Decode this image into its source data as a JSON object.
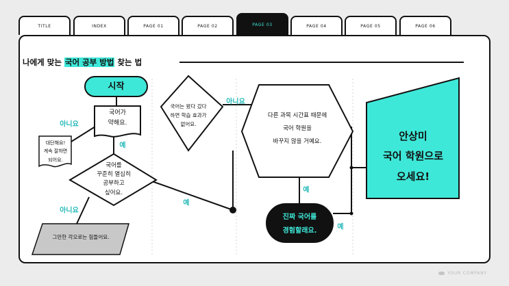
{
  "tabs": [
    {
      "label": "TITLE",
      "active": false
    },
    {
      "label": "INDEX",
      "active": false
    },
    {
      "label": "PAGE 01",
      "active": false
    },
    {
      "label": "PAGE 02",
      "active": false
    },
    {
      "label": "PAGE 03",
      "active": true
    },
    {
      "label": "PAGE 04",
      "active": false
    },
    {
      "label": "PAGE 05",
      "active": false
    },
    {
      "label": "PAGE 06",
      "active": false
    }
  ],
  "heading": {
    "prefix": "나에게 맞는 ",
    "highlight": "국어 공부 방법",
    "suffix": " 찾는 법"
  },
  "nodes": {
    "start": "시작",
    "q_weak_1": "국어가",
    "q_weak_2": "약해요.",
    "good_1": "대단해요!",
    "good_2": "계속 잘하면",
    "good_3": "되어요.",
    "q_study_1": "국어를",
    "q_study_2": "꾸준히 열심히",
    "q_study_3": "공부하고",
    "q_study_4": "싶어요.",
    "hard": "그만한 각오로는 힘들어요.",
    "q_effect_1": "국어는 왔다 갔다",
    "q_effect_2": "하면 학습 효과가",
    "q_effect_3": "없어요.",
    "q_schedule_1": "다른 과목 시간표 때문에",
    "q_schedule_2": "국어 학원을",
    "q_schedule_3": "바꾸지 않을 거예요.",
    "real_1": "진짜 국어를",
    "real_2": "경험할래요.",
    "result_1": "안상미",
    "result_2": "국어 학원으로",
    "result_3": "오세요!"
  },
  "edge_labels": {
    "yes": "예",
    "no": "아니요"
  },
  "colors": {
    "accent": "#3ee8d8",
    "edge_label": "#24b8b8",
    "dark": "#111111",
    "grey": "#c8c8c8"
  },
  "footer": "YOUR COMPANY"
}
